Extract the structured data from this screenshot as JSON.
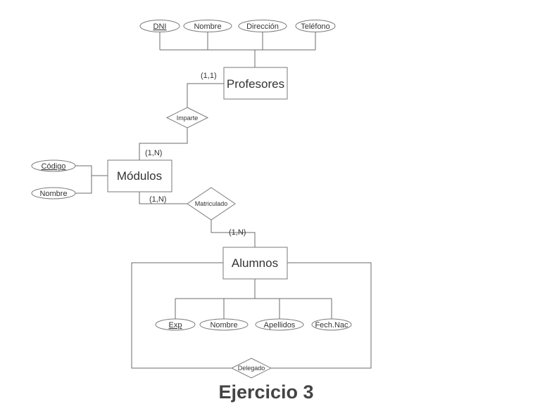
{
  "title": "Ejercicio 3",
  "entities": {
    "profesores": "Profesores",
    "modulos": "Módulos",
    "alumnos": "Alumnos"
  },
  "relationships": {
    "imparte": "Imparte",
    "matriculado": "Matriculado",
    "delegado": "Delegado"
  },
  "attributes": {
    "profesores": [
      {
        "label": "DNI",
        "key": true
      },
      {
        "label": "Nombre",
        "key": false
      },
      {
        "label": "Dirección",
        "key": false
      },
      {
        "label": "Teléfono",
        "key": false
      }
    ],
    "modulos": [
      {
        "label": "Código",
        "key": true
      },
      {
        "label": "Nombre",
        "key": false
      }
    ],
    "alumnos": [
      {
        "label": "Exp",
        "key": true
      },
      {
        "label": "Nombre",
        "key": false
      },
      {
        "label": "Apellidos",
        "key": false
      },
      {
        "label": "Fech.Nac",
        "key": false
      }
    ]
  },
  "cardinalities": {
    "profesores_imparte": "(1,1)",
    "modulos_imparte": "(1,N)",
    "modulos_matriculado": "(1,N)",
    "alumnos_matriculado": "(1,N)"
  }
}
